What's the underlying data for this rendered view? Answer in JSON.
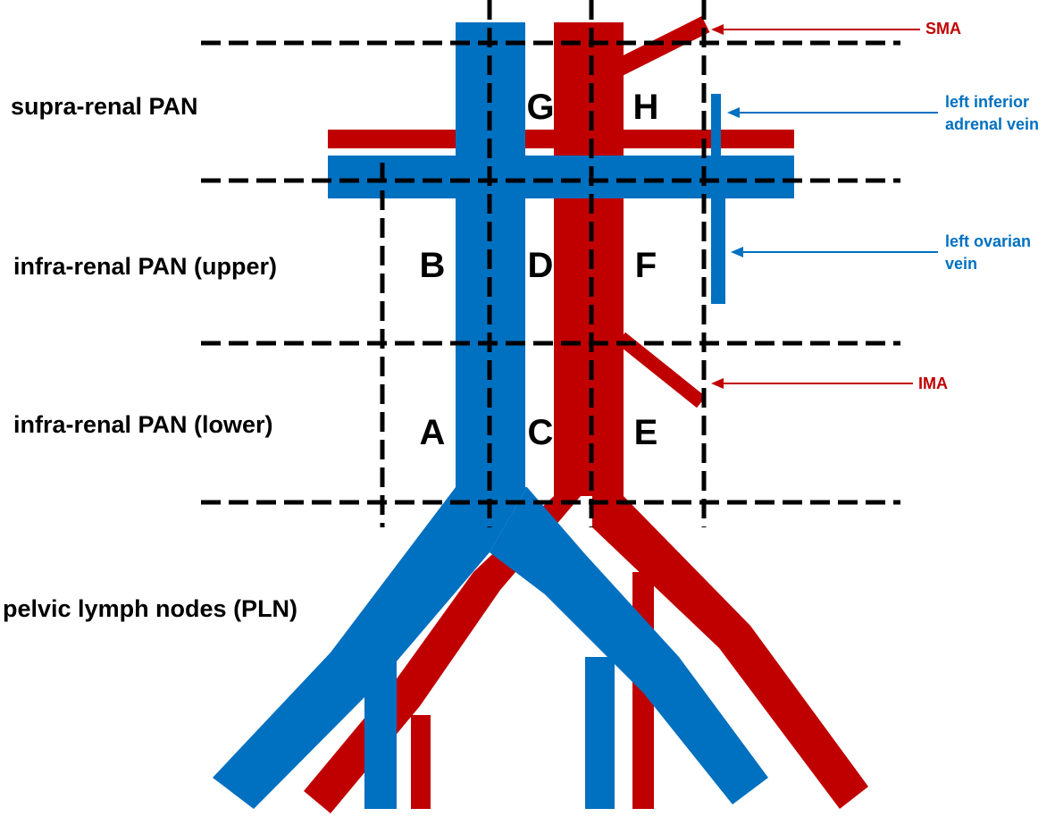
{
  "colors": {
    "artery": "#c00000",
    "vein": "#0070c0",
    "dash": "#000000",
    "text": "#000000"
  },
  "region_labels": {
    "supra_renal": "supra-renal PAN",
    "infra_renal_upper": "infra-renal PAN (upper)",
    "infra_renal_lower": "infra-renal PAN (lower)",
    "pelvic": "pelvic lymph nodes (PLN)"
  },
  "zones": {
    "a": "A",
    "b": "B",
    "c": "C",
    "d": "D",
    "e": "E",
    "f": "F",
    "g": "G",
    "h": "H"
  },
  "callouts": {
    "sma": "SMA",
    "adrenal_line1": "left inferior",
    "adrenal_line2": "adrenal vein",
    "ovarian_line1": "left ovarian",
    "ovarian_line2": "vein",
    "ima": "IMA"
  }
}
